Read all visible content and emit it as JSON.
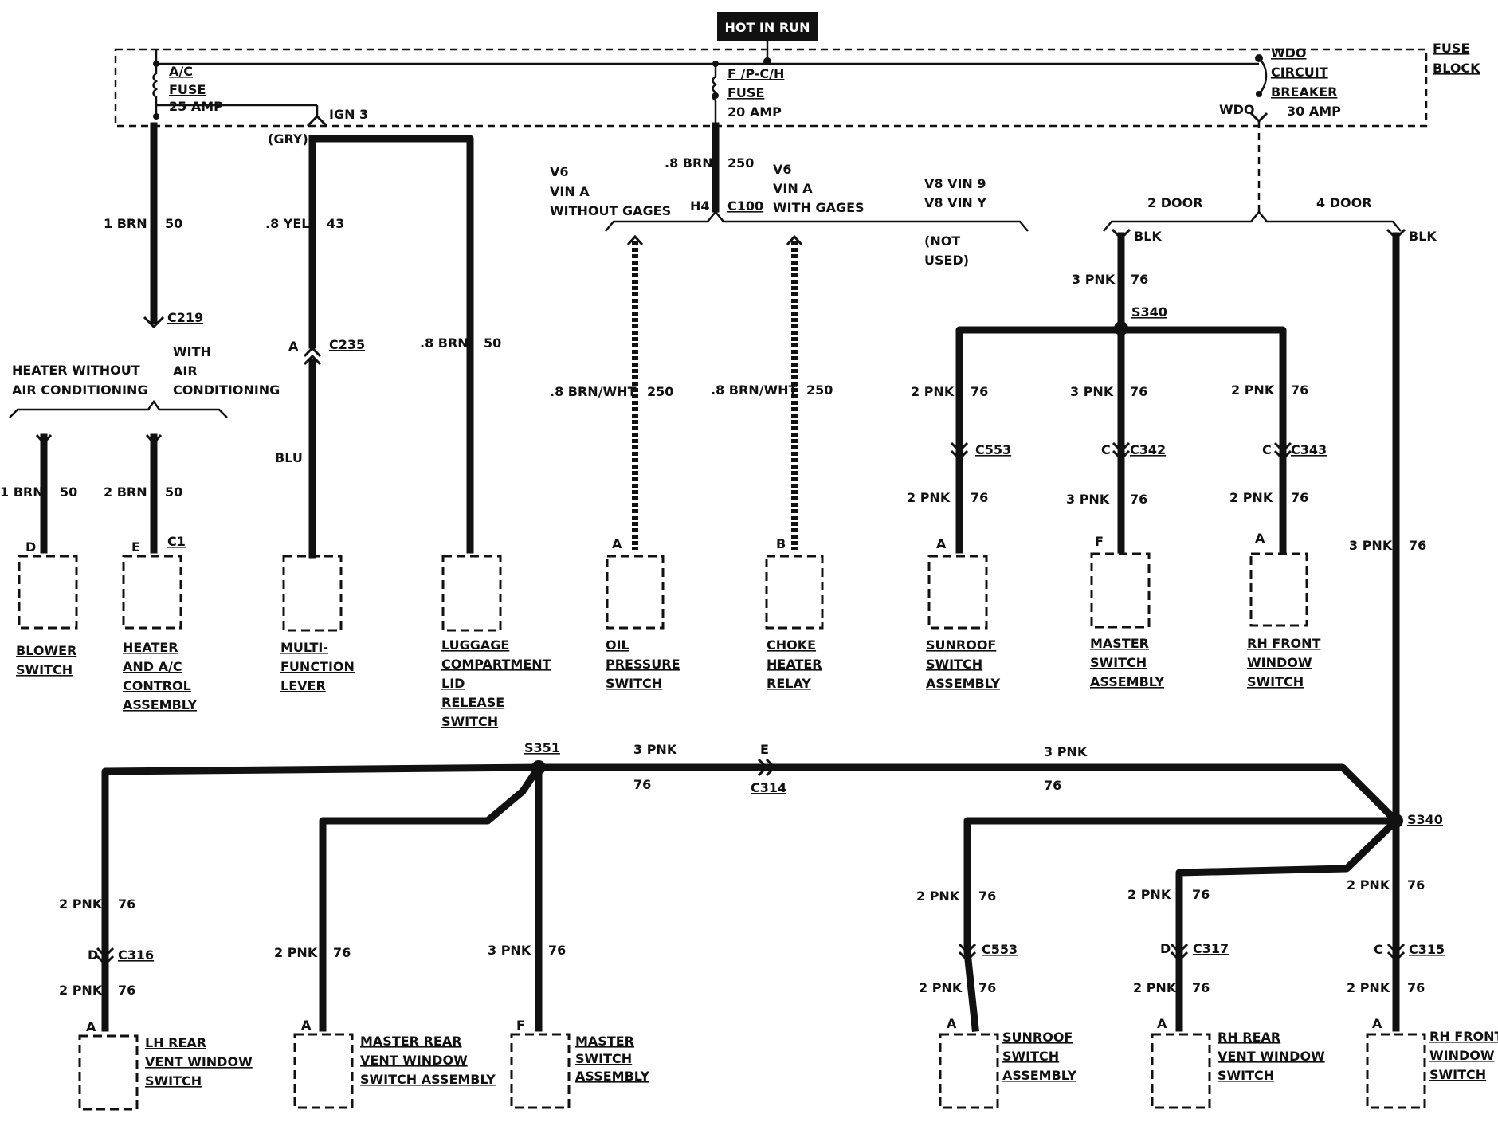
{
  "hot_in_run": "HOT IN RUN",
  "fuse_block": [
    "FUSE",
    "BLOCK"
  ],
  "fuses": {
    "ac": [
      "A/C",
      "FUSE",
      "25 AMP"
    ],
    "fpch": [
      "F /P-C/H",
      "FUSE",
      "20 AMP"
    ],
    "wdo": [
      "WDO",
      "CIRCUIT",
      "BREAKER",
      "30 AMP"
    ],
    "wdo_pin": "WDO",
    "ign3": "IGN 3",
    "gry": "(GRY)"
  },
  "wires": {
    "w1brn50": [
      "1 BRN",
      "50"
    ],
    "c219": "C219",
    "w8yel43": [
      ".8 YEL",
      "43"
    ],
    "c235": "C235",
    "pin_a_c235": "A",
    "blu": "BLU",
    "w8brn50": [
      ".8 BRN",
      "50"
    ],
    "w8brn250": [
      ".8 BRN",
      "250"
    ],
    "h4": "H4",
    "c100": "C100",
    "v6_a": [
      "V6",
      "VIN A",
      "WITHOUT GAGES"
    ],
    "v6_b": [
      "V6",
      "VIN A",
      "WITH GAGES"
    ],
    "v8": [
      "V8 VIN 9",
      "V8 VIN Y"
    ],
    "not_used": [
      "(NOT",
      "USED)"
    ],
    "brnwht_a": [
      ".8 BRN/WHT",
      "250"
    ],
    "brnwht_b": [
      ".8 BRN/WHT",
      "250"
    ],
    "two_door": "2 DOOR",
    "four_door": "4 DOOR",
    "blk1": "BLK",
    "blk2": "BLK",
    "pnk3_76_top": [
      "3 PNK",
      "76"
    ],
    "s340": "S340",
    "c553": "C553",
    "c342": "C342",
    "c343": "C343",
    "pin_c": "C",
    "pnk_left_up": [
      "2 PNK",
      "76"
    ],
    "pnk_left_dn": [
      "2 PNK",
      "76"
    ],
    "pnk_mid_up": [
      "3 PNK",
      "76"
    ],
    "pnk_mid_dn": [
      "3 PNK",
      "76"
    ],
    "pnk_right_up": [
      "2 PNK",
      "76"
    ],
    "pnk_right_dn": [
      "2 PNK",
      "76"
    ],
    "pnk_long": [
      "3 PNK",
      "76"
    ],
    "heater_groups": {
      "left": [
        "HEATER WITHOUT",
        "AIR CONDITIONING"
      ],
      "right": [
        "WITH",
        "AIR",
        "CONDITIONING"
      ]
    },
    "blower_wire": [
      "1 BRN",
      "50"
    ],
    "heater_wire": [
      "2 BRN",
      "50"
    ],
    "c1": "C1"
  },
  "components_top": [
    {
      "pin": "D",
      "name": [
        "BLOWER",
        "SWITCH"
      ]
    },
    {
      "pin": "E",
      "name": [
        "HEATER",
        "AND A/C",
        "CONTROL",
        "ASSEMBLY"
      ]
    },
    {
      "pin": "",
      "name": [
        "MULTI-",
        "FUNCTION",
        "LEVER"
      ]
    },
    {
      "pin": "",
      "name": [
        "LUGGAGE",
        "COMPARTMENT",
        "LID",
        "RELEASE",
        "SWITCH"
      ]
    },
    {
      "pin": "A",
      "name": [
        "OIL",
        "PRESSURE",
        "SWITCH"
      ]
    },
    {
      "pin": "B",
      "name": [
        "CHOKE",
        "HEATER",
        "RELAY"
      ]
    },
    {
      "pin": "A",
      "name": [
        "SUNROOF",
        "SWITCH",
        "ASSEMBLY"
      ]
    },
    {
      "pin": "F",
      "name": [
        "MASTER",
        "SWITCH",
        "ASSEMBLY"
      ]
    },
    {
      "pin": "A",
      "name": [
        "RH FRONT",
        "WINDOW",
        "SWITCH"
      ]
    }
  ],
  "bottom": {
    "s351": "S351",
    "s340": "S340",
    "c314": "C314",
    "pin_e": "E",
    "pnk3_left": [
      "3 PNK",
      "76"
    ],
    "pnk3_right": [
      "3 PNK",
      "76"
    ],
    "c316": "C316",
    "pin_d": "D",
    "c553": "C553",
    "c317": "C317",
    "c315": "C315",
    "pin_c": "C",
    "pin_d2": "D",
    "wire_lh_up": [
      "2 PNK",
      "76"
    ],
    "wire_lh_dn": [
      "2 PNK",
      "76"
    ],
    "wire_mr": [
      "2 PNK",
      "76"
    ],
    "wire_ms": [
      "3 PNK",
      "76"
    ],
    "wire_sr_up": [
      "2 PNK",
      "76"
    ],
    "wire_sr_dn": [
      "2 PNK",
      "76"
    ],
    "wire_rr_up": [
      "2 PNK",
      "76"
    ],
    "wire_rr_dn": [
      "2 PNK",
      "76"
    ],
    "wire_rf_up": [
      "2 PNK",
      "76"
    ],
    "wire_rf_dn": [
      "2 PNK",
      "76"
    ]
  },
  "components_bottom": [
    {
      "pin": "A",
      "name": [
        "LH REAR",
        "VENT WINDOW",
        "SWITCH"
      ]
    },
    {
      "pin": "A",
      "name": [
        "MASTER REAR",
        "VENT WINDOW",
        "SWITCH ASSEMBLY"
      ]
    },
    {
      "pin": "F",
      "name": [
        "MASTER",
        "SWITCH",
        "ASSEMBLY"
      ]
    },
    {
      "pin": "A",
      "name": [
        "SUNROOF",
        "SWITCH",
        "ASSEMBLY"
      ]
    },
    {
      "pin": "A",
      "name": [
        "RH REAR",
        "VENT WINDOW",
        "SWITCH"
      ]
    },
    {
      "pin": "A",
      "name": [
        "RH FRONT",
        "WINDOW",
        "SWITCH"
      ]
    }
  ]
}
